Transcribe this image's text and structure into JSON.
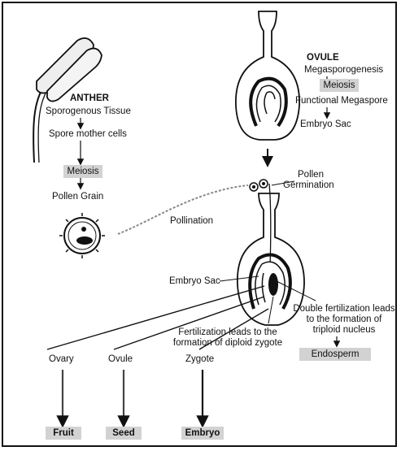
{
  "anther": {
    "title": "ANTHER",
    "steps": [
      "Sporogenous Tissue",
      "Spore mother cells",
      "Meiosis",
      "Pollen Grain"
    ]
  },
  "ovule": {
    "title": "OVULE",
    "steps": [
      "Megasporogenesis",
      "Meiosis",
      "Functional Megaspore",
      "Embryo Sac"
    ]
  },
  "pollen_label": "Pollen",
  "germination_label": "Germination",
  "pollination_label": "Pollination",
  "embryo_sac_label": "Embryo Sac",
  "double_fertilization": [
    "Double fertilization leads",
    "to the formation of",
    "triploid nucleus"
  ],
  "fertilization": [
    "Fertilization leads to the",
    "formation of diploid zygote"
  ],
  "endosperm_label": "Endosperm",
  "outcomes": [
    {
      "from": "Ovary",
      "to": "Fruit"
    },
    {
      "from": "Ovule",
      "to": "Seed"
    },
    {
      "from": "Zygote",
      "to": "Embryo"
    }
  ],
  "colors": {
    "box_fill": "#d2d2d2",
    "ink": "#111111"
  }
}
